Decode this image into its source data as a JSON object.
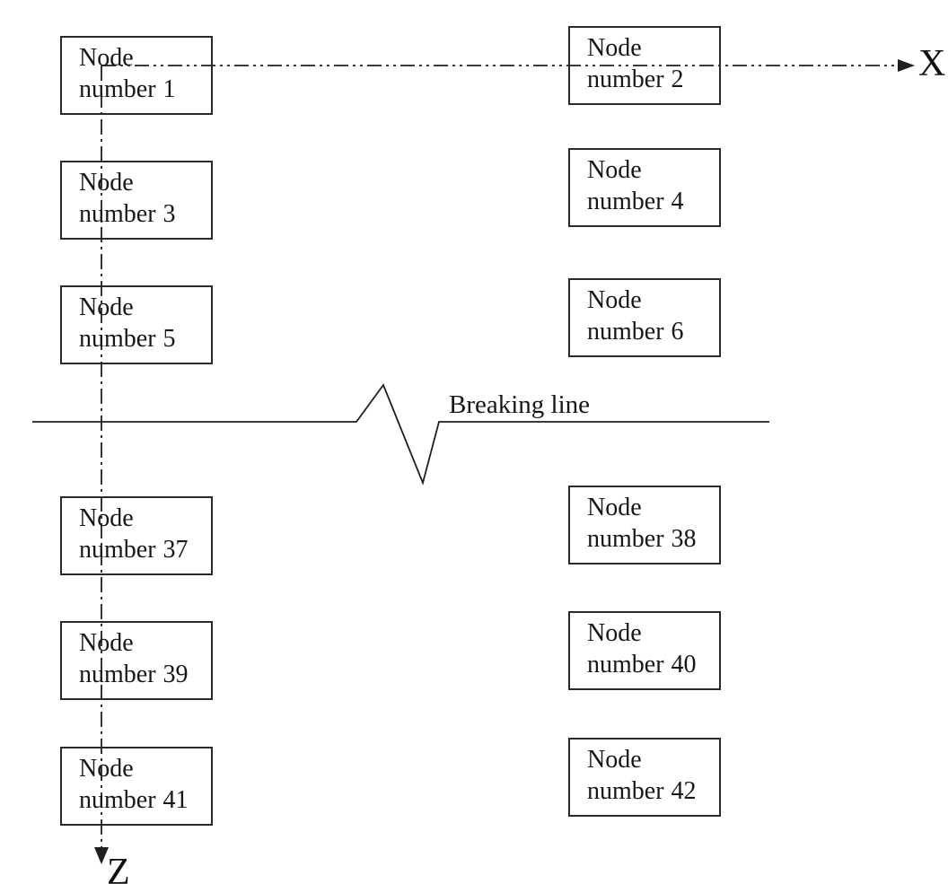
{
  "diagram": {
    "title": "node-numbering-scheme",
    "axes": {
      "x_label": "X",
      "z_label": "Z"
    },
    "breaking_line_label": "Breaking line",
    "nodes": [
      {
        "id": 1,
        "label": "Node number 1"
      },
      {
        "id": 2,
        "label": "Node number 2"
      },
      {
        "id": 3,
        "label": "Node number 3"
      },
      {
        "id": 4,
        "label": "Node number 4"
      },
      {
        "id": 5,
        "label": "Node number 5"
      },
      {
        "id": 6,
        "label": "Node number 6"
      },
      {
        "id": 37,
        "label": "Node number 37"
      },
      {
        "id": 38,
        "label": "Node number 38"
      },
      {
        "id": 39,
        "label": "Node number 39"
      },
      {
        "id": 40,
        "label": "Node number 40"
      },
      {
        "id": 41,
        "label": "Node number 41"
      },
      {
        "id": 42,
        "label": "Node number 42"
      }
    ],
    "colors": {
      "stroke": "#1f1f1f",
      "text": "#171717",
      "background": "#ffffff"
    }
  }
}
